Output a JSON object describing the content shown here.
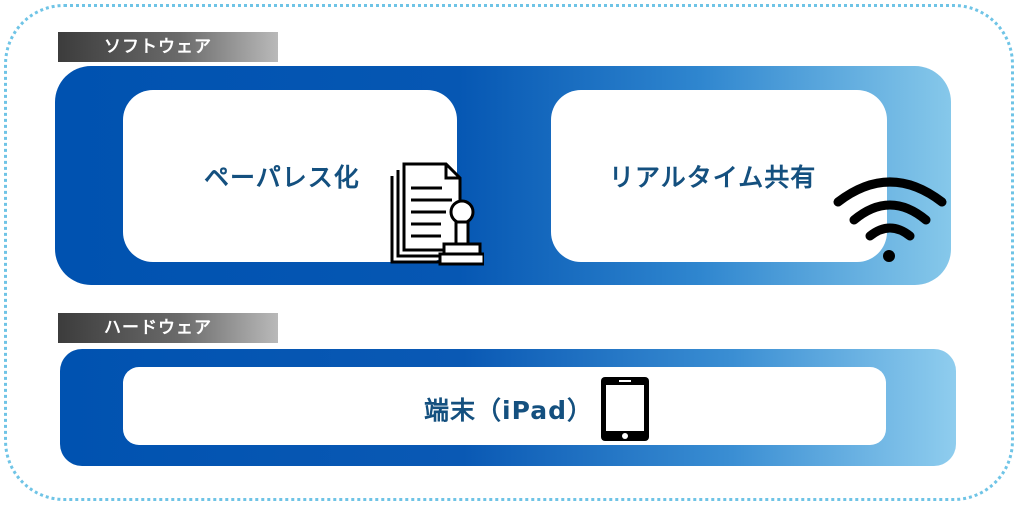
{
  "software": {
    "tag_label": "ソフトウェア",
    "cards": [
      {
        "label": "ペーパレス化",
        "icon": "document-stamp-icon"
      },
      {
        "label": "リアルタイム共有",
        "icon": "wifi-icon"
      }
    ]
  },
  "hardware": {
    "tag_label": "ハードウェア",
    "card": {
      "label": "端末（iPad）",
      "icon": "tablet-icon"
    }
  },
  "colors": {
    "panel_dark": "#0052b0",
    "panel_light": "#86c8ea",
    "label_text": "#14507f",
    "frame_border": "#6fc4e6"
  }
}
